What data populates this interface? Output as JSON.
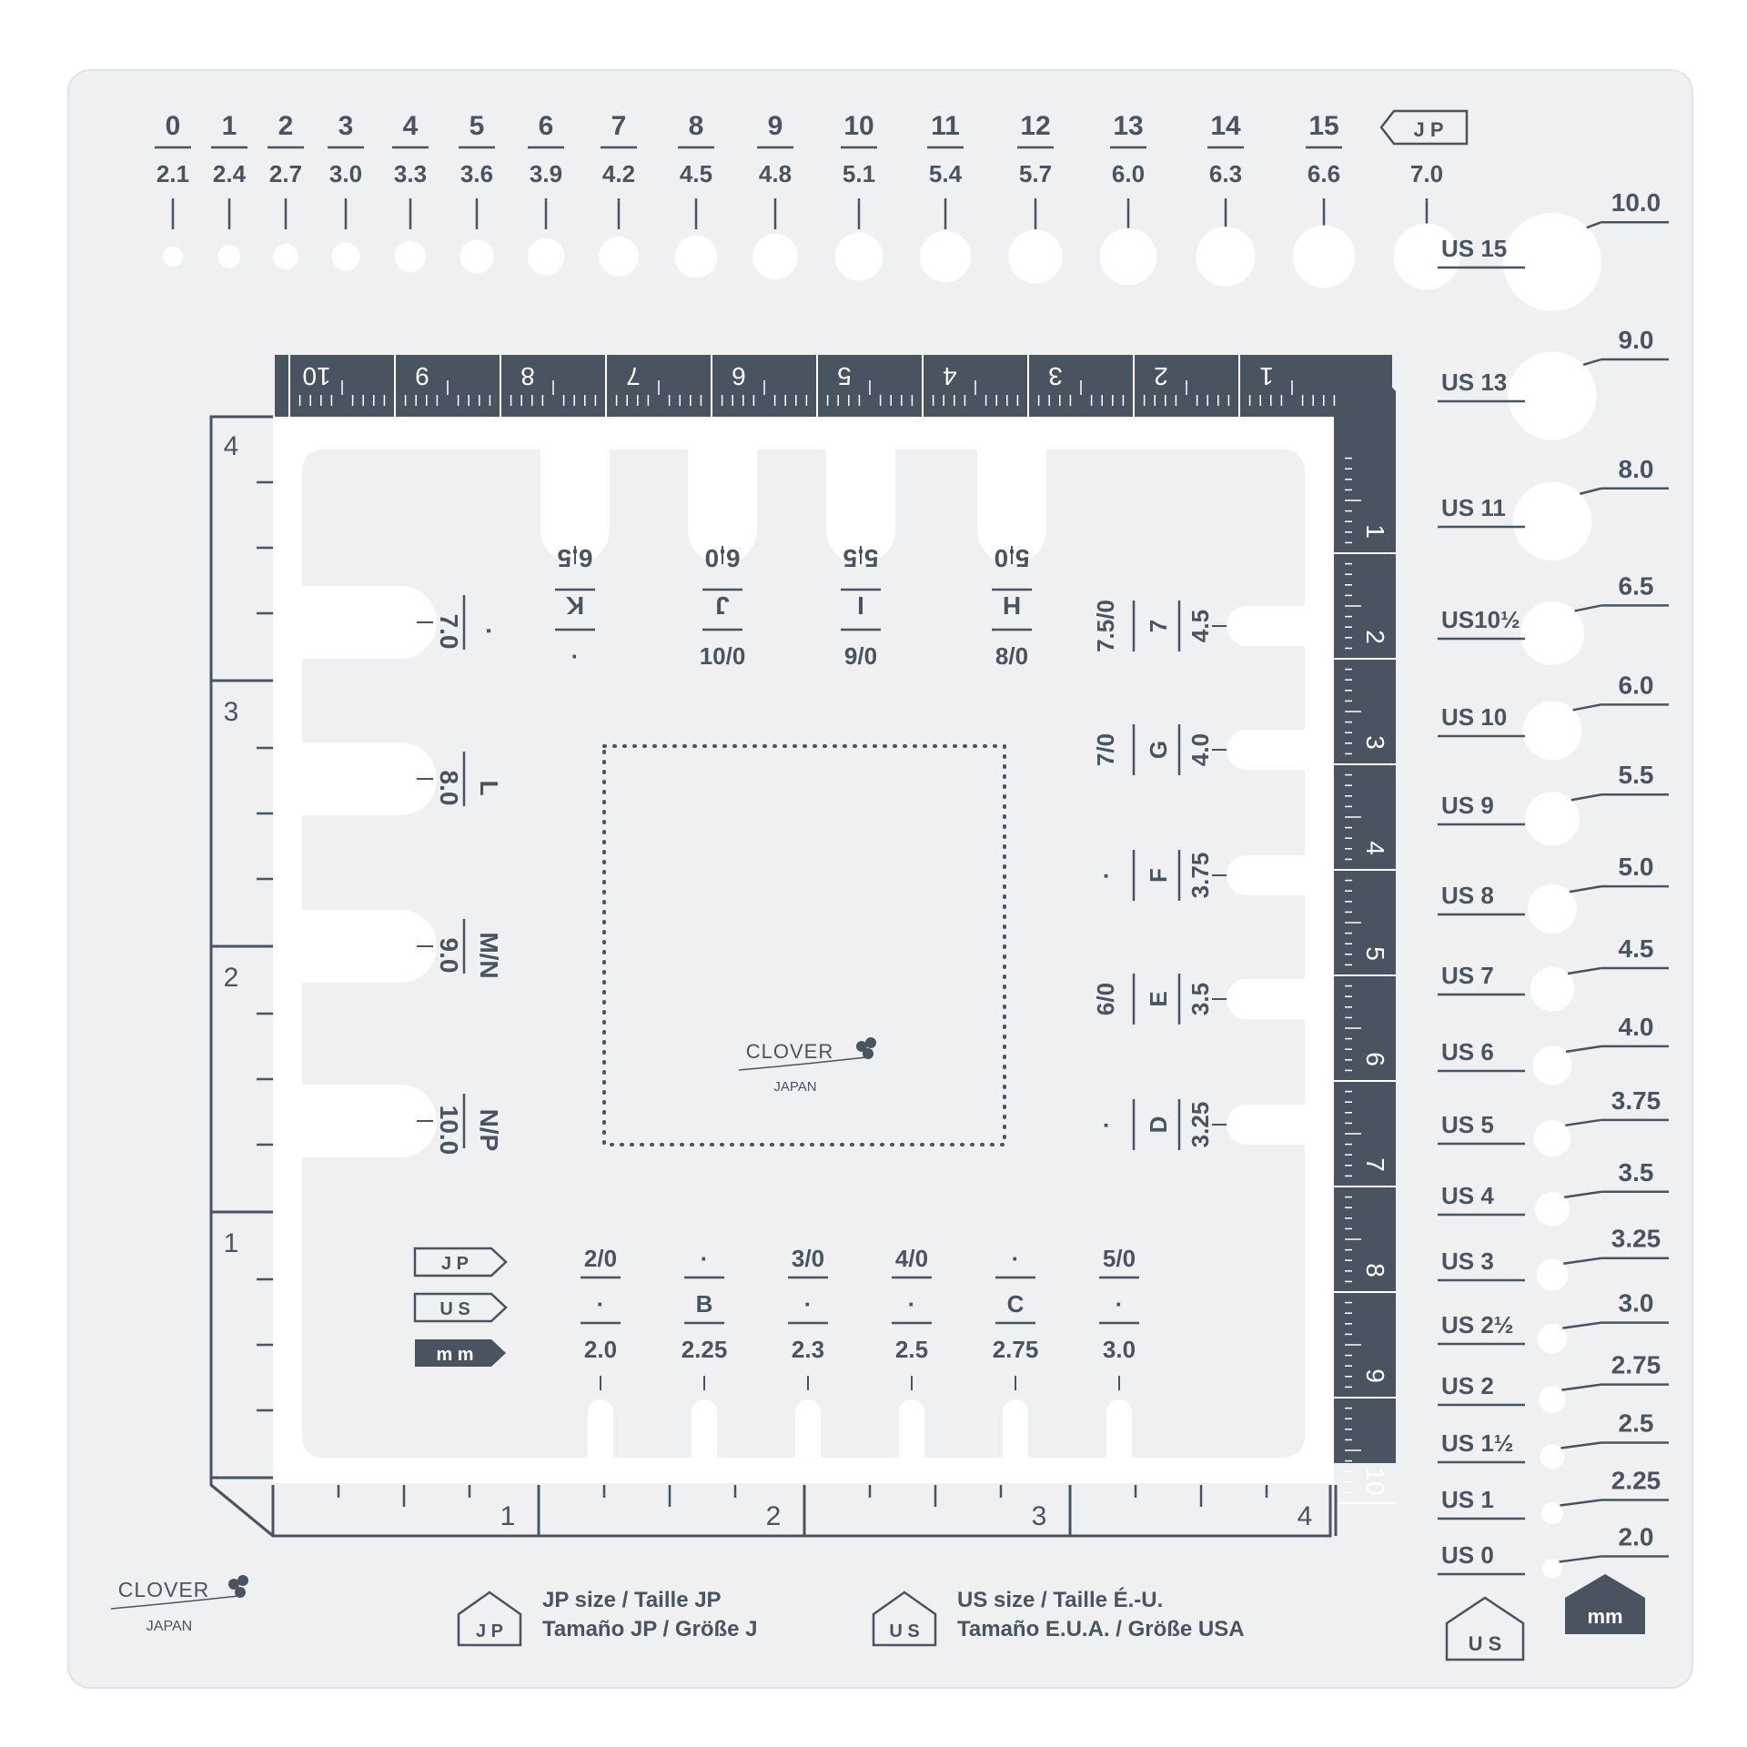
{
  "colors": {
    "ink": "#4a5460",
    "board": "#eef0f2",
    "hole": "#ffffff"
  },
  "top_row": {
    "jp_tag": "J P",
    "jp_sizes": [
      "0",
      "1",
      "2",
      "3",
      "4",
      "5",
      "6",
      "7",
      "8",
      "9",
      "10",
      "11",
      "12",
      "13",
      "14",
      "15"
    ],
    "mm_sizes": [
      "2.1",
      "2.4",
      "2.7",
      "3.0",
      "3.3",
      "3.6",
      "3.9",
      "4.2",
      "4.5",
      "4.8",
      "5.1",
      "5.4",
      "5.7",
      "6.0",
      "6.3",
      "6.6",
      "7.0"
    ],
    "mm_values": [
      2.1,
      2.4,
      2.7,
      3.0,
      3.3,
      3.6,
      3.9,
      4.2,
      4.5,
      4.8,
      5.1,
      5.4,
      5.7,
      6.0,
      6.3,
      6.6,
      7.0
    ]
  },
  "right_column": {
    "us_sizes": [
      "US 15",
      "US 13",
      "US 11",
      "US10½",
      "US 10",
      "US  9",
      "US  8",
      "US  7",
      "US  6",
      "US  5",
      "US  4",
      "US  3",
      "US 2½",
      "US  2",
      "US 1½",
      "US  1",
      "US  0"
    ],
    "mm_sizes": [
      "10.0",
      "9.0",
      "8.0",
      "6.5",
      "6.0",
      "5.5",
      "5.0",
      "4.5",
      "4.0",
      "3.75",
      "3.5",
      "3.25",
      "3.0",
      "2.75",
      "2.5",
      "2.25",
      "2.0"
    ],
    "mm_values": [
      10.0,
      9.0,
      8.0,
      6.5,
      6.0,
      5.5,
      5.0,
      4.5,
      4.0,
      3.75,
      3.5,
      3.25,
      3.0,
      2.75,
      2.5,
      2.25,
      2.0
    ]
  },
  "cm_ruler_top": [
    "10",
    "9",
    "8",
    "7",
    "6",
    "5",
    "4",
    "3",
    "2",
    "1"
  ],
  "cm_ruler_right": [
    "1",
    "2",
    "3",
    "4",
    "5",
    "6",
    "7",
    "8",
    "9",
    "10"
  ],
  "inch_ruler_left": [
    "4",
    "3",
    "2",
    "1"
  ],
  "inch_ruler_bottom": [
    "1",
    "2",
    "3",
    "4"
  ],
  "hook_gauge": {
    "top_slots": [
      {
        "mm": "6.5",
        "us": "K",
        "jp": "·"
      },
      {
        "mm": "6.0",
        "us": "J",
        "jp": "10/0"
      },
      {
        "mm": "5.5",
        "us": "I",
        "jp": "9/0"
      },
      {
        "mm": "5.0",
        "us": "H",
        "jp": "8/0"
      }
    ],
    "left_slots": [
      {
        "mm": "7.0",
        "us": "·"
      },
      {
        "mm": "8.0",
        "us": "L"
      },
      {
        "mm": "9.0",
        "us": "M/N"
      },
      {
        "mm": "10.0",
        "us": "N/P"
      }
    ],
    "right_slots": [
      {
        "jp": "7.5/0",
        "us": "7",
        "mm": "4.5"
      },
      {
        "jp": "7/0",
        "us": "G",
        "mm": "4.0"
      },
      {
        "jp": "·",
        "us": "F",
        "mm": "3.75"
      },
      {
        "jp": "6/0",
        "us": "E",
        "mm": "3.5"
      },
      {
        "jp": "·",
        "us": "D",
        "mm": "3.25"
      }
    ],
    "bottom_slots": [
      {
        "jp": "2/0",
        "us": "·",
        "mm": "2.0"
      },
      {
        "jp": "·",
        "us": "B",
        "mm": "2.25"
      },
      {
        "jp": "3/0",
        "us": "·",
        "mm": "2.3"
      },
      {
        "jp": "4/0",
        "us": "·",
        "mm": "2.5"
      },
      {
        "jp": "·",
        "us": "C",
        "mm": "2.75"
      },
      {
        "jp": "5/0",
        "us": "·",
        "mm": "3.0"
      }
    ],
    "legend": [
      "J P",
      "U S",
      "m m"
    ]
  },
  "brand": {
    "name": "CLOVER",
    "country": "JAPAN"
  },
  "footer": {
    "jp_tag": "J P",
    "jp_text_1": "JP size / Taille JP",
    "jp_text_2": "Tamaño JP / Größe J",
    "us_tag": "U S",
    "us_text_1": "US size / Taille É.-U.",
    "us_text_2": "Tamaño E.U.A. / Größe USA",
    "us_badge": "U S",
    "mm_badge": "mm"
  }
}
